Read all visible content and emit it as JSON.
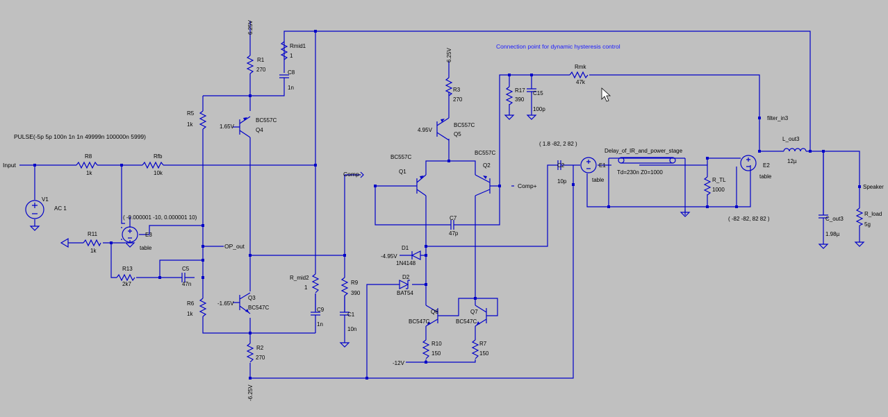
{
  "source_note": "PULSE(-5p 5p 100n 1n 1n 49999n 100000n 5999)",
  "hysteresis_note": "Connection point for dynamic hysteresis control",
  "nets": {
    "input": "Input",
    "op_out": "OP_out",
    "comp_minus": "Comp-",
    "comp_plus": "Comp+",
    "filter_in": "filter_in3",
    "speaker": "Speaker"
  },
  "rails": {
    "top_r1": "6.25V",
    "top_r3": "6.25V",
    "bottom_r2": "-6.25V",
    "q5_base": "4.95V",
    "q4_base": "1.65V",
    "q3_base": "-1.65V",
    "d1_cathode": "-4.95V",
    "minus12": "-12V"
  },
  "components": {
    "V1": {
      "name": "V1",
      "value": "AC 1"
    },
    "R8": {
      "name": "R8",
      "value": "1k"
    },
    "Rfb": {
      "name": "Rfb",
      "value": "10k"
    },
    "R11": {
      "name": "R11",
      "value": "1k"
    },
    "R13": {
      "name": "R13",
      "value": "2k7"
    },
    "C5": {
      "name": "C5",
      "value": "47n"
    },
    "E3": {
      "name": "E3",
      "value": "table",
      "spec": "( -0.000001 -10, 0.000001 10)"
    },
    "R5": {
      "name": "R5",
      "value": "1k"
    },
    "R6": {
      "name": "R6",
      "value": "1k"
    },
    "R1": {
      "name": "R1",
      "value": "270"
    },
    "R2": {
      "name": "R2",
      "value": "270"
    },
    "Q4": {
      "name": "Q4",
      "model": "BC557C"
    },
    "Q3": {
      "name": "Q3",
      "model": "BC547C"
    },
    "Rmid1": {
      "name": "Rmid1",
      "value": "1"
    },
    "C8": {
      "name": "C8",
      "value": "1n"
    },
    "R_mid2": {
      "name": "R_mid2",
      "value": "1"
    },
    "C9": {
      "name": "C9",
      "value": "1n"
    },
    "R9": {
      "name": "R9",
      "value": "390"
    },
    "C1": {
      "name": "C1",
      "value": "10n"
    },
    "R3": {
      "name": "R3",
      "value": "270"
    },
    "Q5": {
      "name": "Q5",
      "model": "BC557C"
    },
    "Q1": {
      "name": "Q1",
      "model": "BC557C"
    },
    "Q2": {
      "name": "Q2",
      "model": "BC557C"
    },
    "C7": {
      "name": "C7",
      "value": "47p"
    },
    "D1": {
      "name": "D1",
      "model": "1N4148"
    },
    "D2": {
      "name": "D2",
      "model": "BAT54"
    },
    "Q6": {
      "name": "Q6",
      "model": "BC547C"
    },
    "Q7": {
      "name": "Q7",
      "model": "BC547C"
    },
    "R10": {
      "name": "R10",
      "value": "150"
    },
    "R7": {
      "name": "R7",
      "value": "150"
    },
    "R17": {
      "name": "R17",
      "value": "390"
    },
    "C15": {
      "name": "C15",
      "value": "100p"
    },
    "Rmk": {
      "name": "Rmk",
      "value": "47k"
    },
    "C2": {
      "name": "C2",
      "value": "10p"
    },
    "E1": {
      "name": "E1",
      "value": "table",
      "spec": "( 1.8 -82, 2 82 )"
    },
    "TL": {
      "name": "Delay_of_IR_and_power_stage",
      "value": "Td=230n Z0=1000"
    },
    "R_TL": {
      "name": "R_TL",
      "value": "1000"
    },
    "E2": {
      "name": "E2",
      "value": "table",
      "spec": "( -82 -82, 82 82 )"
    },
    "L_out3": {
      "name": "L_out3",
      "value": "12µ"
    },
    "C_out3": {
      "name": "C_out3",
      "value": "1.98µ"
    },
    "R_load": {
      "name": "R_load",
      "value": "5g"
    }
  },
  "colors": {
    "background": "#c0c0c0",
    "wire": "#0000c8",
    "note": "#1a1aff"
  }
}
